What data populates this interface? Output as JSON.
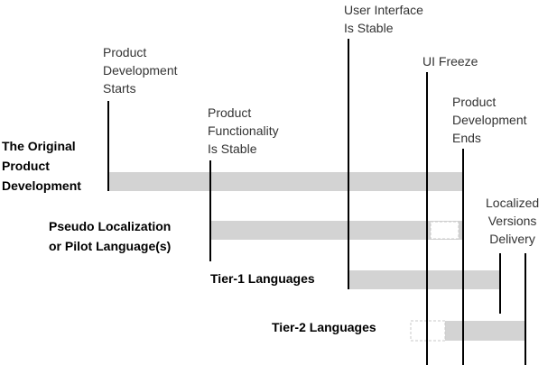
{
  "milestones": {
    "dev_starts": "Product\nDevelopment\nStarts",
    "functionality_stable": "Product\nFunctionality\nIs Stable",
    "ui_stable": "User Interface\nIs Stable",
    "ui_freeze": "UI Freeze",
    "dev_ends": "Product\nDevelopment\nEnds",
    "localized_delivery": "Localized\nVersions\nDelivery"
  },
  "rows": {
    "original": "The Original\nProduct\nDevelopment",
    "pseudo": "Pseudo Localization\nor Pilot Language(s)",
    "tier1": "Tier-1 Languages",
    "tier2": "Tier-2 Languages"
  },
  "colors": {
    "bar": "#d3d3d3",
    "line": "#000000",
    "dashed_box": "#c8c8c8"
  }
}
